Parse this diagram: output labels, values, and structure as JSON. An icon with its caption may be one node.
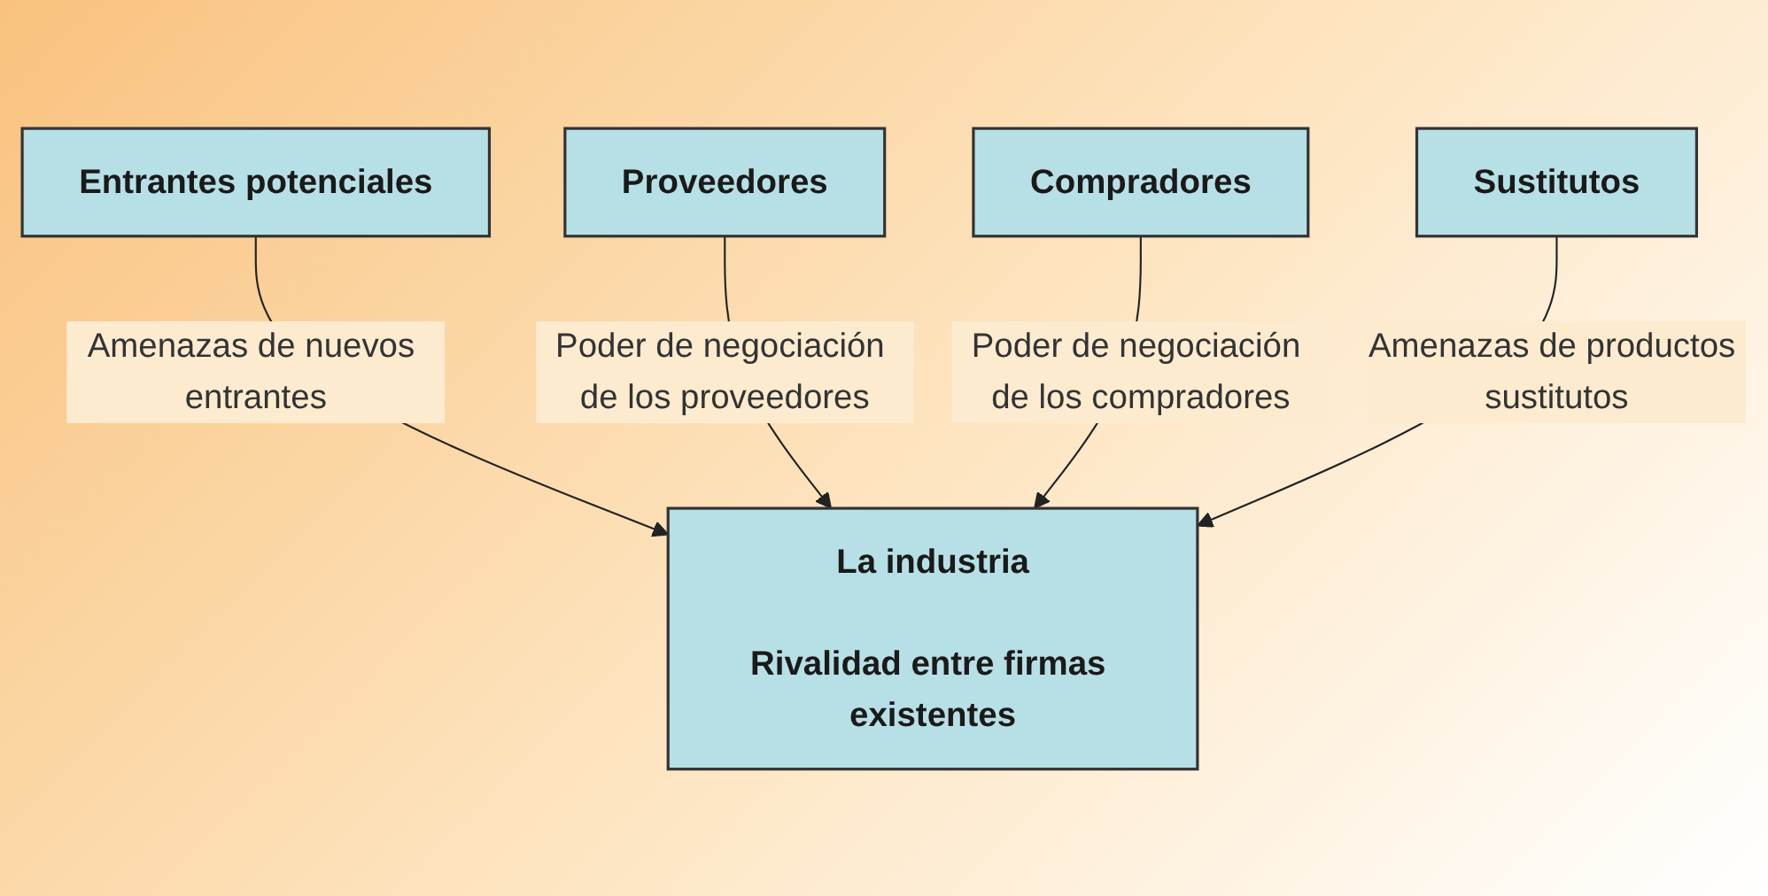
{
  "diagram": {
    "nodes": [
      {
        "text": [
          "Entrantes potenciales"
        ]
      },
      {
        "text": [
          "Proveedores"
        ]
      },
      {
        "text": [
          "La industria",
          "Rivalidad entre firmas existentes"
        ]
      },
      {
        "text": [
          "Compradores"
        ]
      },
      {
        "text": [
          "Sustitutos"
        ]
      }
    ],
    "edges": [
      {
        "from": 0,
        "to": 2,
        "arrow": "to",
        "label": "Amenazas de nuevos entrantes"
      },
      {
        "from": 1,
        "to": 2,
        "arrow": "to",
        "label": "Poder de negociación de los proveedores"
      },
      {
        "from": 3,
        "to": 2,
        "arrow": "to",
        "label": "Poder de negociación de los compradores"
      },
      {
        "from": 4,
        "to": 2,
        "arrow": "to",
        "label": "Amenazas de productos sustitutos"
      }
    ]
  }
}
